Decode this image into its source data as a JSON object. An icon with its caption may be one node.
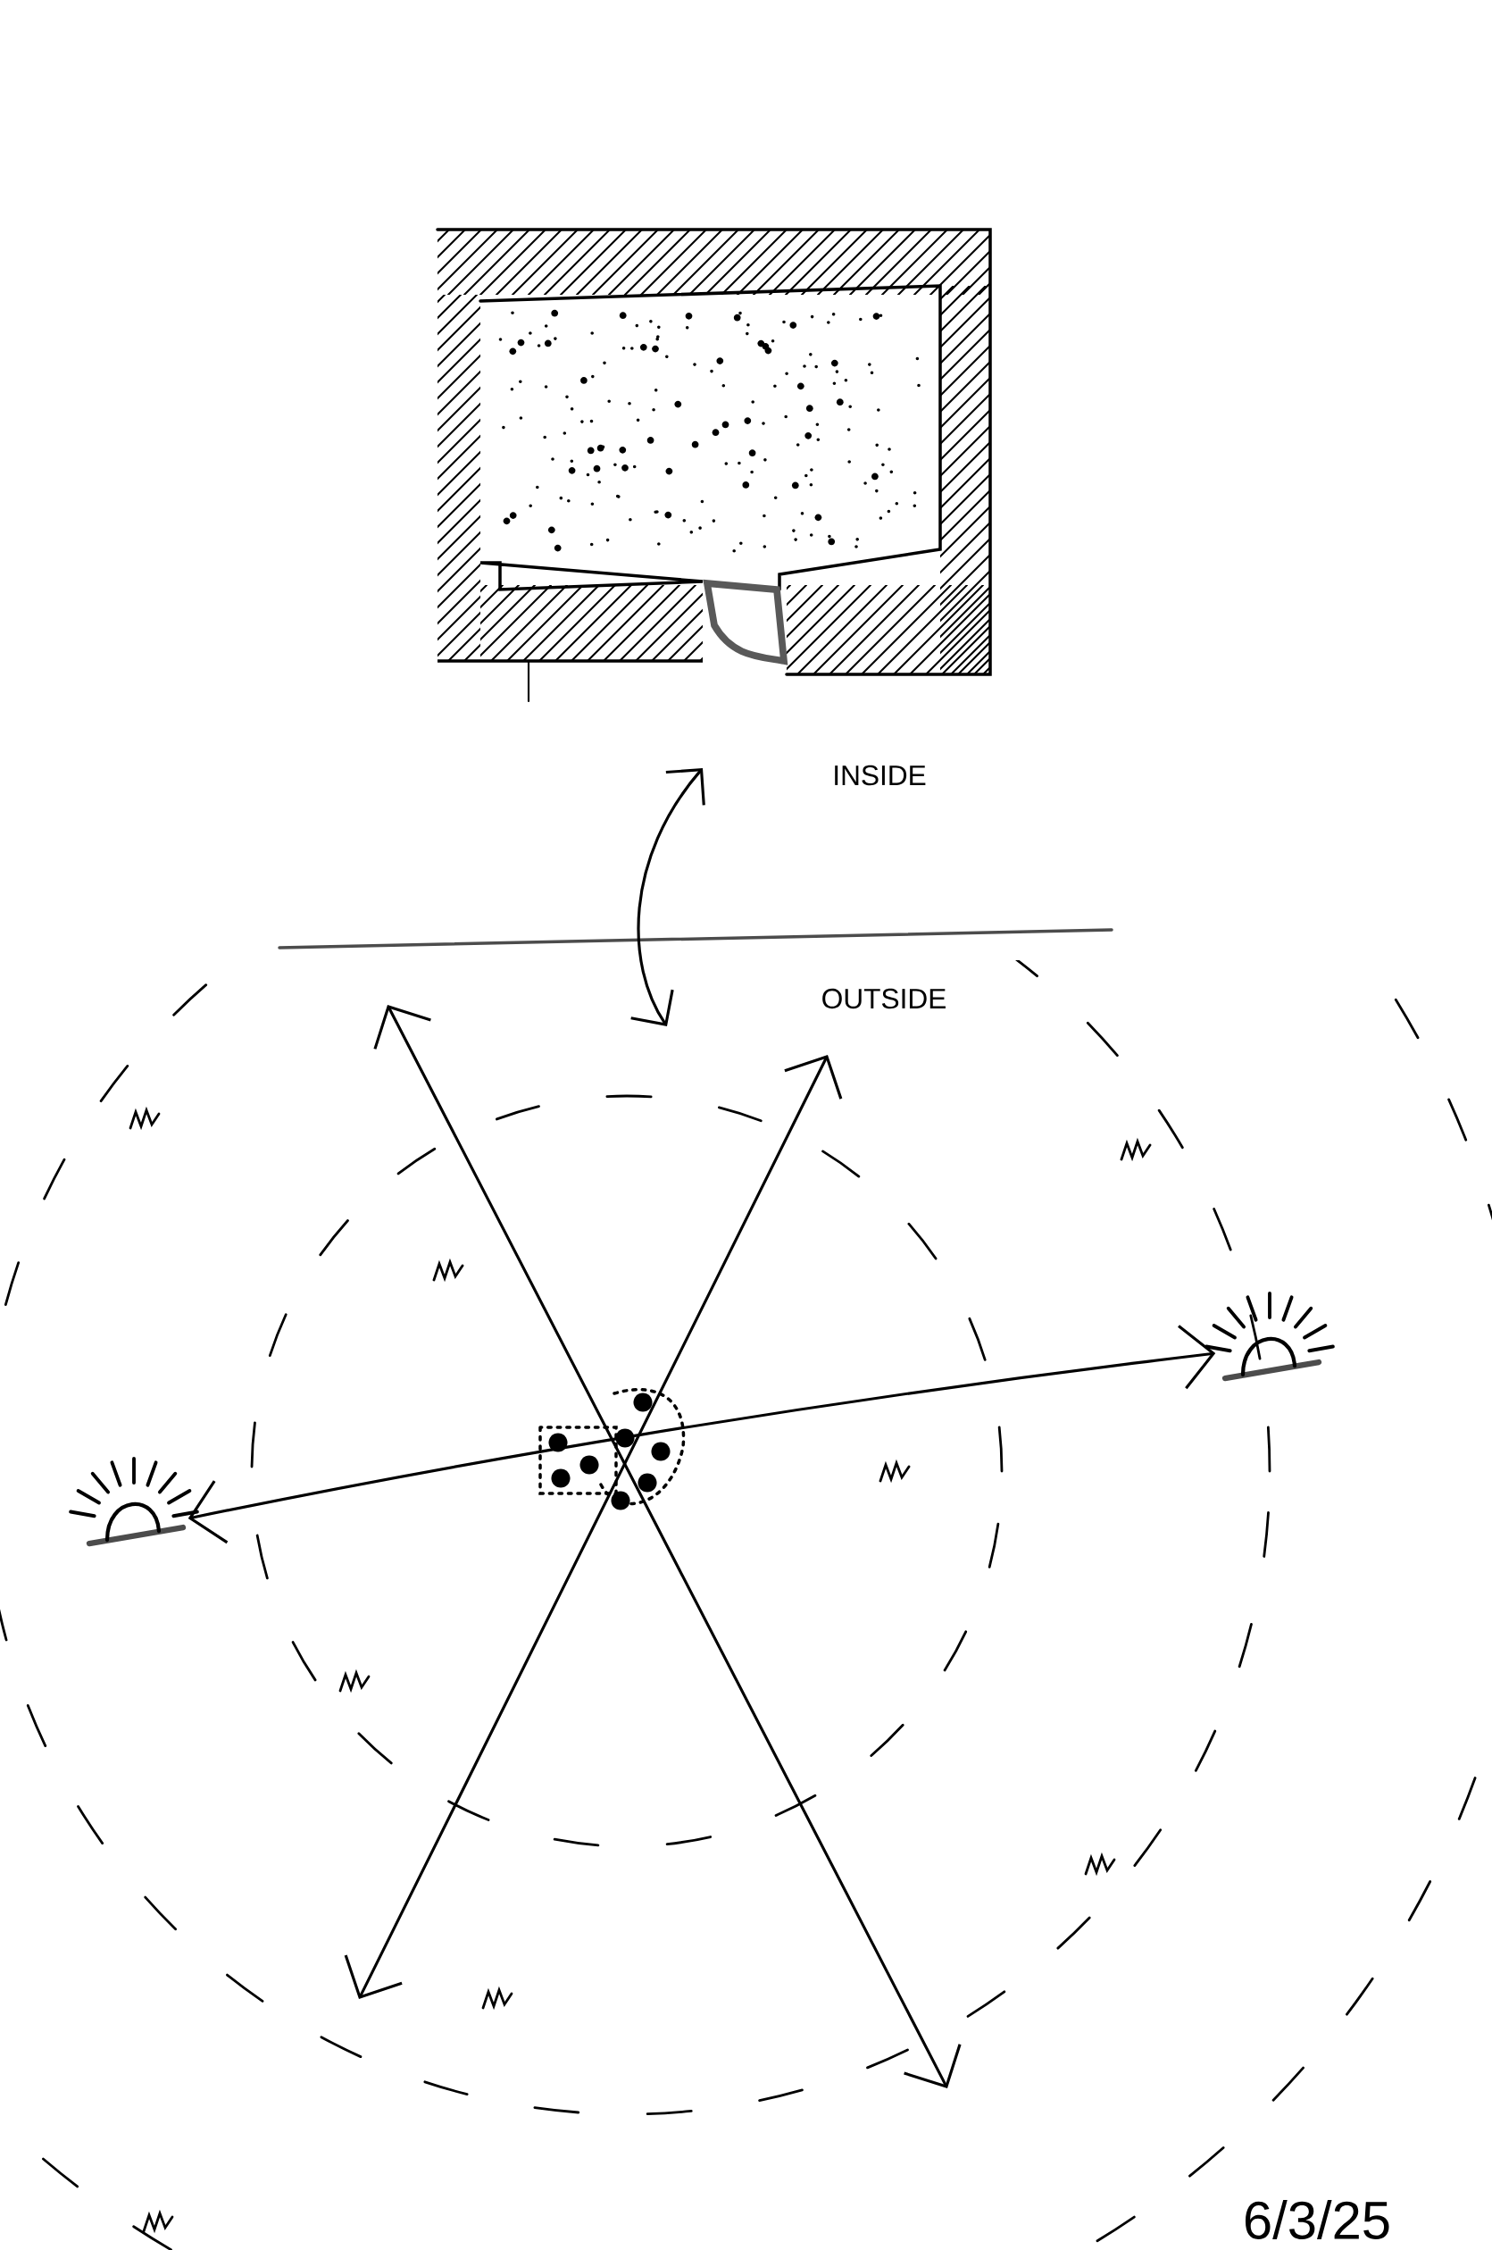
{
  "diagram": {
    "nodes": [
      {
        "text": [],
        "shape": "picture"
      },
      {
        "text": [],
        "shape": "picture"
      }
    ],
    "edges": [
      {
        "from": 0,
        "to": 1,
        "arrow": "both"
      }
    ],
    "labels": [
      "INSIDE",
      "OUTSIDE",
      "6/3/25"
    ]
  }
}
